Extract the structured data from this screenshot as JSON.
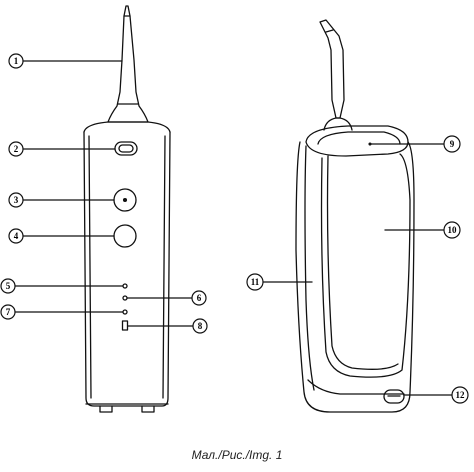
{
  "callouts": {
    "c1": "1",
    "c2": "2",
    "c3": "3",
    "c4": "4",
    "c5": "5",
    "c6": "6",
    "c7": "7",
    "c8": "8",
    "c9": "9",
    "c10": "10",
    "c11": "11",
    "c12": "12"
  },
  "caption": "Мал./Рис./Img. 1",
  "colors": {
    "line": "#111111",
    "background": "#ffffff"
  }
}
